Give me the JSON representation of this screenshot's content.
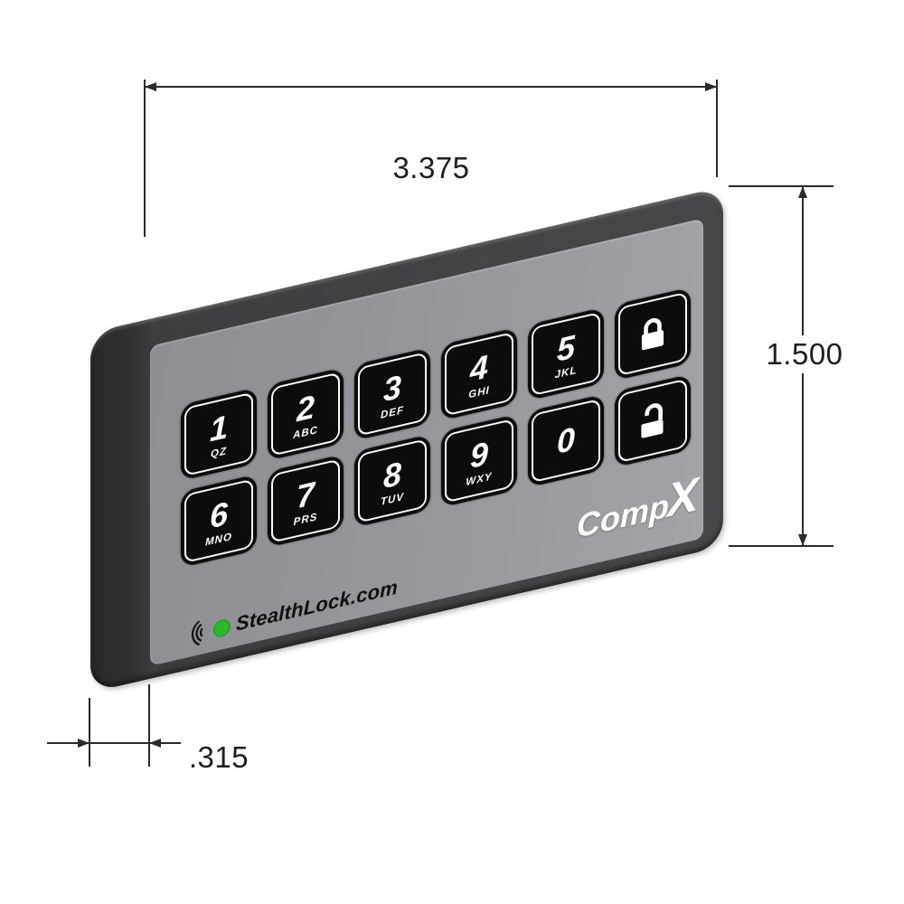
{
  "dimensions": {
    "width_label": "3.375",
    "height_label": "1.500",
    "depth_label": ".315"
  },
  "keypad": {
    "keys": [
      {
        "num": "1",
        "letters": "QZ"
      },
      {
        "num": "2",
        "letters": "ABC"
      },
      {
        "num": "3",
        "letters": "DEF"
      },
      {
        "num": "4",
        "letters": "GHI"
      },
      {
        "num": "5",
        "letters": "JKL"
      },
      {
        "icon": "lock"
      },
      {
        "num": "6",
        "letters": "MNO"
      },
      {
        "num": "7",
        "letters": "PRS"
      },
      {
        "num": "8",
        "letters": "TUV"
      },
      {
        "num": "9",
        "letters": "WXY"
      },
      {
        "num": "0",
        "letters": ""
      },
      {
        "icon": "unlock"
      }
    ],
    "brand": {
      "stealthlock": "StealthLock.com"
    },
    "logo": {
      "comp": "Comp",
      "x": "X"
    }
  },
  "colors": {
    "face_gray": "#98989c",
    "body_dark": "#3d3d40",
    "key_black": "#0c0c0d",
    "led_green": "#2db92d",
    "dimension_line": "#2a2a2a"
  }
}
